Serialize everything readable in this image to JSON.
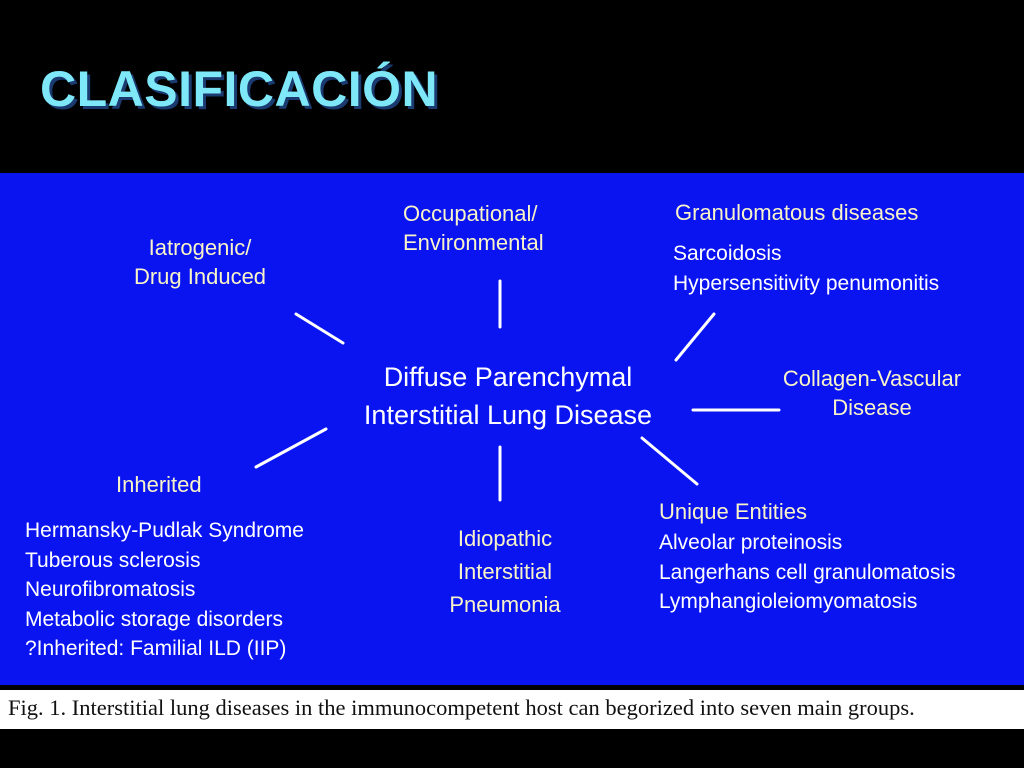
{
  "title": "CLASIFICACIÓN",
  "center": [
    "Diffuse Parenchymal",
    "Interstitial Lung Disease"
  ],
  "iatrogenic": [
    "Iatrogenic/",
    "Drug Induced"
  ],
  "occupational": [
    "Occupational/",
    "Environmental"
  ],
  "granulomatous": {
    "heading": "Granulomatous diseases",
    "items": [
      "Sarcoidosis",
      "Hypersensitivity penumonitis"
    ]
  },
  "collagen": [
    "Collagen-Vascular",
    "Disease"
  ],
  "inherited": {
    "heading": "Inherited",
    "items": [
      "Hermansky-Pudlak Syndrome",
      "Tuberous sclerosis",
      "Neurofibromatosis",
      "Metabolic storage disorders",
      "?Inherited: Familial ILD (IIP)"
    ]
  },
  "idiopathic": [
    "Idiopathic",
    "Interstitial",
    "Pneumonia"
  ],
  "unique": {
    "heading": "Unique Entities",
    "items": [
      "Alveolar proteinosis",
      "Langerhans cell granulomatosis",
      "Lymphangioleiomyomatosis"
    ]
  },
  "caption": "Fig. 1. Interstitial lung diseases in the immunocompetent host can begorized into seven main groups.",
  "colors": {
    "panel": "#0a14f0",
    "title": "#7fe8f8",
    "heading_text": "#f8f4c8",
    "body_text": "#ffffff"
  }
}
